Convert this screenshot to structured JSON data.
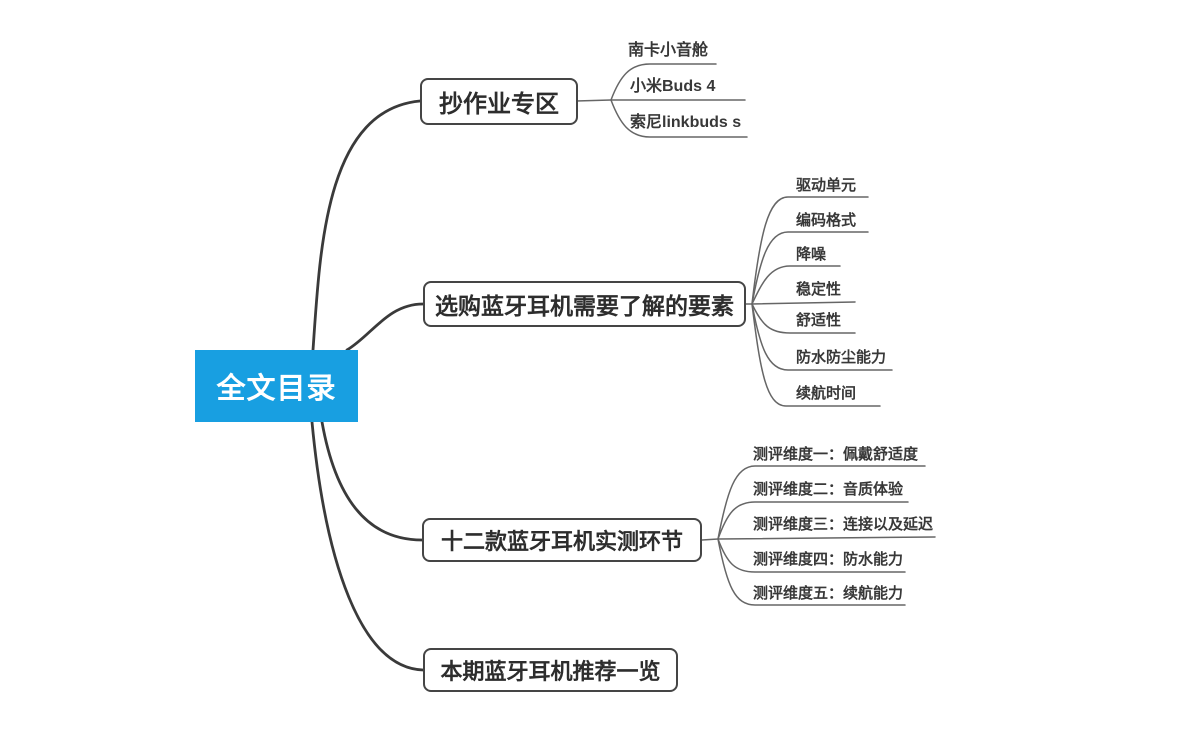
{
  "root": {
    "label": "全文目录"
  },
  "branches": [
    {
      "label": "抄作业专区",
      "children": [
        "南卡小音舱",
        "小米Buds 4",
        "索尼linkbuds s"
      ]
    },
    {
      "label": "选购蓝牙耳机需要了解的要素",
      "children": [
        "驱动单元",
        "编码格式",
        "降噪",
        "稳定性",
        "舒适性",
        "防水防尘能力",
        "续航时间"
      ]
    },
    {
      "label": "十二款蓝牙耳机实测环节",
      "children": [
        "测评维度一：佩戴舒适度",
        "测评维度二：音质体验",
        "测评维度三：连接以及延迟",
        "测评维度四：防水能力",
        "测评维度五：续航能力"
      ]
    },
    {
      "label": "本期蓝牙耳机推荐一览",
      "children": []
    }
  ],
  "colors": {
    "root_bg": "#189fe1",
    "root_text": "#ffffff",
    "main_line": "#3a3a3a",
    "box_border": "#454545",
    "box_text": "#2d2d2d",
    "leaf_line": "#666666",
    "leaf_text": "#383838"
  }
}
